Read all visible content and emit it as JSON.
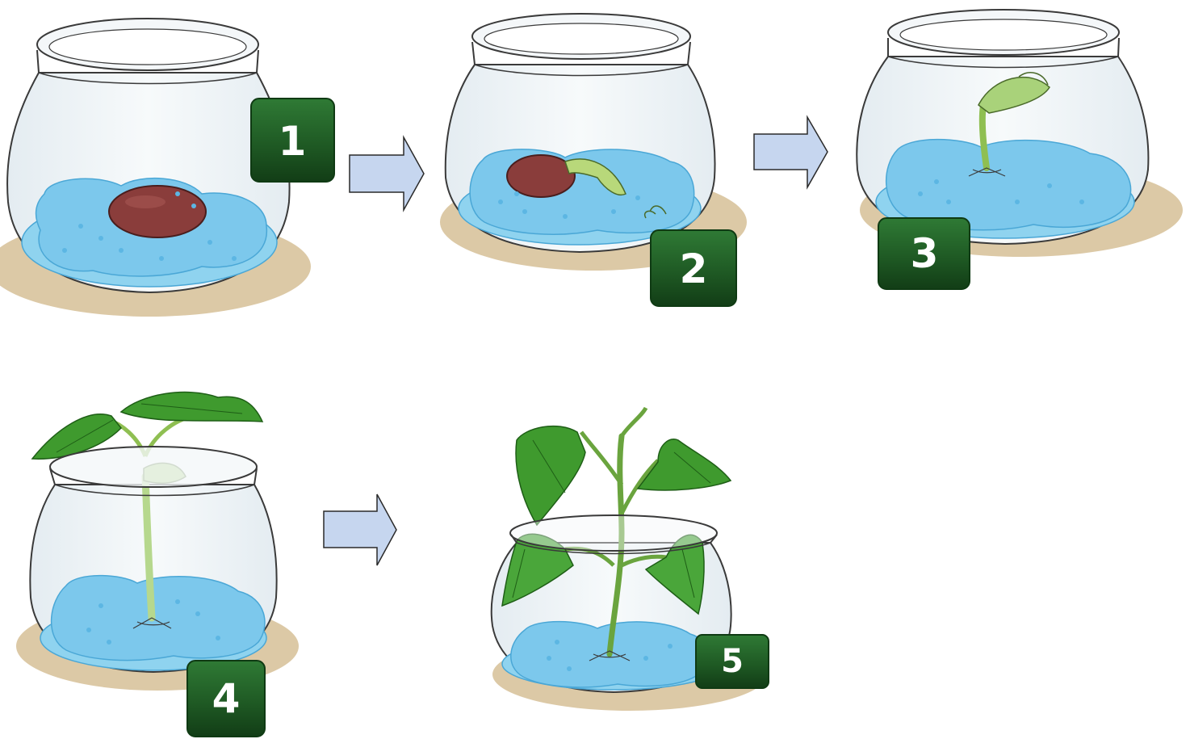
{
  "colors": {
    "jar_stroke": "#3a3a3a",
    "glass_tint": "#eef3f6",
    "shadow": "#dcc9a6",
    "water": "#8fd3ef",
    "cotton": "#7cc8ec",
    "cotton_edge": "#4aa7d6",
    "seed": "#8a3d3b",
    "leaf": "#3f9a2e",
    "leaf_dark": "#1e5e16",
    "stem": "#a9d27a",
    "badge": "#1f5a24",
    "badge_edge": "#0f3a13",
    "arrow_fill": "#c6d6ef",
    "arrow_stroke": "#2a2a2a"
  },
  "stages": [
    {
      "label": "1",
      "icon": "seed-soaked"
    },
    {
      "label": "2",
      "icon": "seed-root-sprouting"
    },
    {
      "label": "3",
      "icon": "seedling-emerging"
    },
    {
      "label": "4",
      "icon": "seedling-first-leaves"
    },
    {
      "label": "5",
      "icon": "young-bean-plant"
    }
  ],
  "arrows": [
    "arrow-right-icon",
    "arrow-right-icon",
    "arrow-right-icon"
  ]
}
